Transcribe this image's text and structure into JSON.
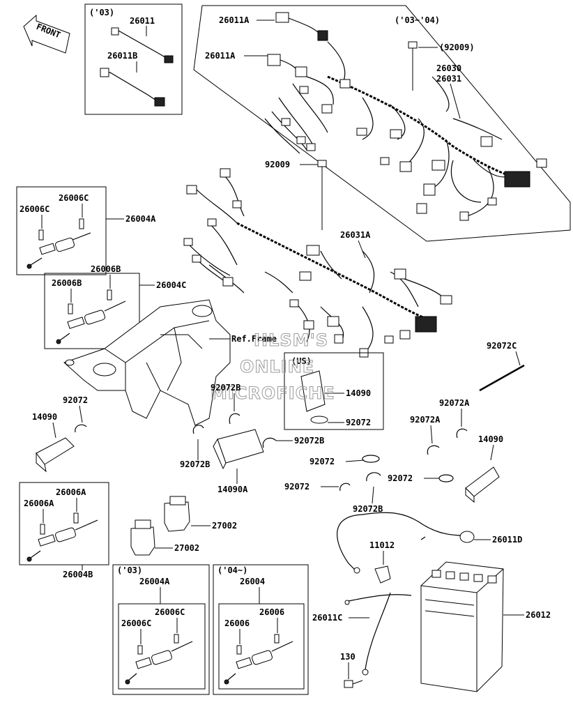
{
  "front_arrow": "FRONT",
  "boxes": {
    "top_left": "('03)",
    "top_right": "('03~'04)",
    "us": "(US)",
    "bottom_left": "('03)",
    "bottom_right": "('04~)"
  },
  "ref_frame": "Ref.Frame",
  "watermark": [
    "HLSM'S",
    "ONLINE",
    "MICROFICHE"
  ],
  "labels": {
    "l26011": "26011",
    "l26011B": "26011B",
    "l26011A_1": "26011A",
    "l26011A_2": "26011A",
    "l92009_top": "(92009)",
    "l26030": "26030",
    "l26031": "26031",
    "l92009_mid": "92009",
    "l26031A": "26031A",
    "l26006C_a": "26006C",
    "l26006C_b": "26006C",
    "l26004A": "26004A",
    "l26006B_a": "26006B",
    "l26006B_b": "26006B",
    "l26004C": "26004C",
    "l92072C": "92072C",
    "l92072B_a": "92072B",
    "l14090_us": "14090",
    "l92072_us": "92072",
    "l92072_left": "92072",
    "l14090_left": "14090",
    "l92072A_a": "92072A",
    "l92072A_b": "92072A",
    "l14090_right": "14090",
    "l92072B_b": "92072B",
    "l92072B_c": "92072B",
    "l14090A": "14090A",
    "l92072_c1": "92072",
    "l92072_c2": "92072",
    "l92072_c3": "92072",
    "l92072B_d": "92072B",
    "l26006A_a": "26006A",
    "l26006A_b": "26006A",
    "l26004B": "26004B",
    "l27002_a": "27002",
    "l27002_b": "27002",
    "l26011D": "26011D",
    "l11012": "11012",
    "l26011C": "26011C",
    "l26012": "26012",
    "l130": "130",
    "l26004A_box": "26004A",
    "l26006C_box1": "26006C",
    "l26006C_box2": "26006C",
    "l26004_box": "26004",
    "l26006_box1": "26006",
    "l26006_box2": "26006"
  }
}
